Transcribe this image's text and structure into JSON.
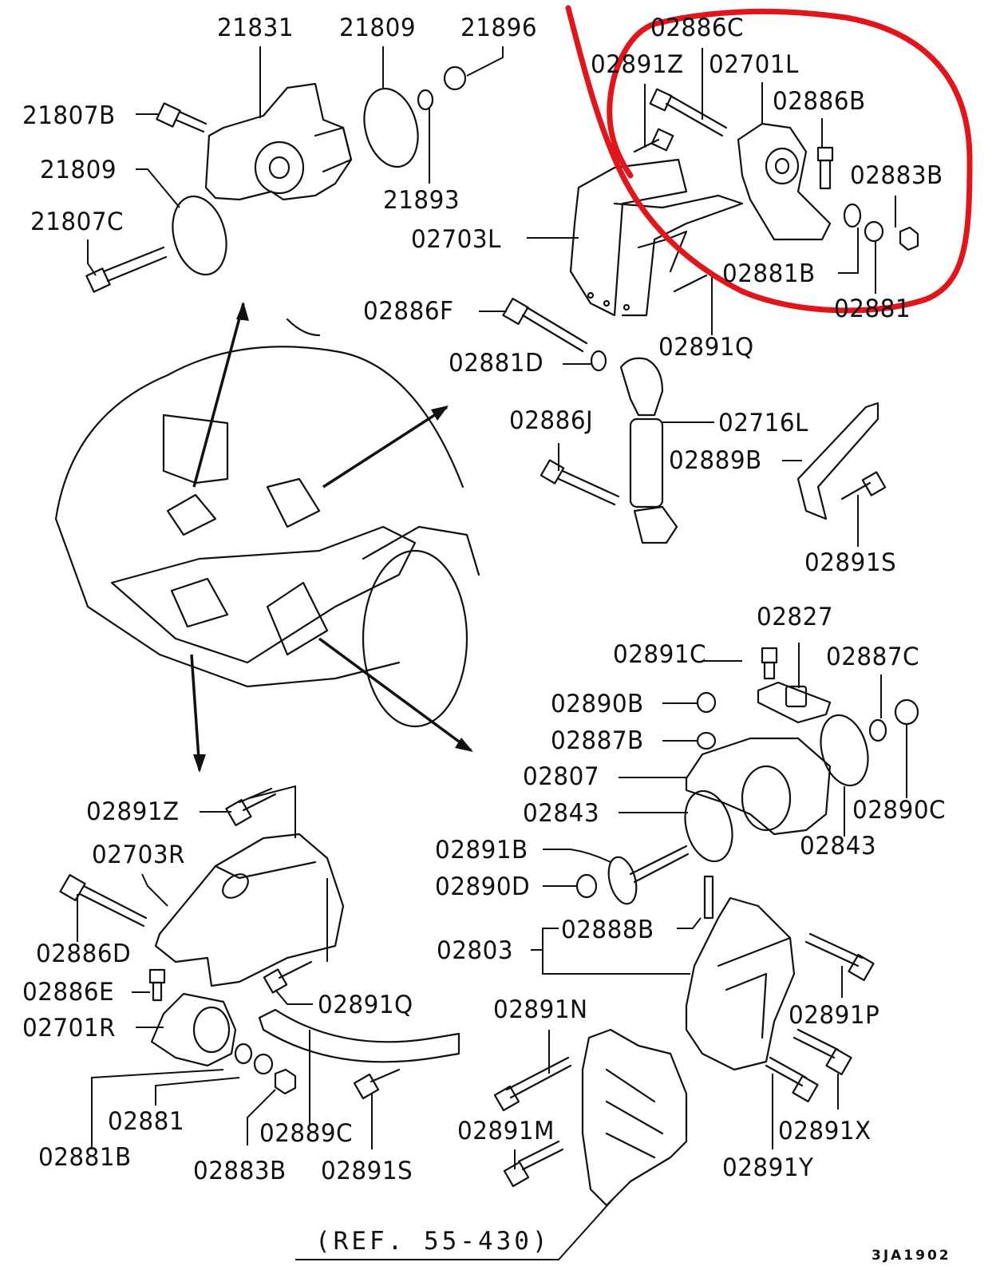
{
  "diagram": {
    "title": "Engine mount exploded parts diagram",
    "drawing_code": "3JA1902",
    "reference_note": "(REF. 55-430)",
    "annotation": {
      "type": "hand-drawn circle",
      "color": "#e0161c",
      "encloses": [
        "02886C",
        "02891Z",
        "02701L",
        "02886B",
        "02883B",
        "02881B",
        "02881"
      ]
    },
    "labels": {
      "l21831": "21831",
      "l21809a": "21809",
      "l21896": "21896",
      "l21807b": "21807B",
      "l21809b": "21809",
      "l21893": "21893",
      "l21807c": "21807C",
      "l02886c": "02886C",
      "l02891z_top": "02891Z",
      "l02701l": "02701L",
      "l02886b": "02886B",
      "l02883b_top": "02883B",
      "l02703l": "02703L",
      "l02881b_top": "02881B",
      "l02881_top": "02881",
      "l02886f": "02886F",
      "l02891q_top": "02891Q",
      "l02881d": "02881D",
      "l02886j": "02886J",
      "l02716l": "02716L",
      "l02889b": "02889B",
      "l02891s_right": "02891S",
      "l02827": "02827",
      "l02891c": "02891C",
      "l02887c": "02887C",
      "l02890b": "02890B",
      "l02887b": "02887B",
      "l02807": "02807",
      "l02843a": "02843",
      "l02890c": "02890C",
      "l02843b": "02843",
      "l02891b": "02891B",
      "l02890d": "02890D",
      "l02888b": "02888B",
      "l02803": "02803",
      "l02891n": "02891N",
      "l02891p": "02891P",
      "l02891m": "02891M",
      "l02891x": "02891X",
      "l02891y": "02891Y",
      "l02891z_bot": "02891Z",
      "l02703r": "02703R",
      "l02886d": "02886D",
      "l02886e": "02886E",
      "l02891q_bot": "02891Q",
      "l02701r": "02701R",
      "l02881_bot": "02881",
      "l02881b_bot": "02881B",
      "l02889c": "02889C",
      "l02883b_bot": "02883B",
      "l02891s_bot": "02891S"
    }
  }
}
